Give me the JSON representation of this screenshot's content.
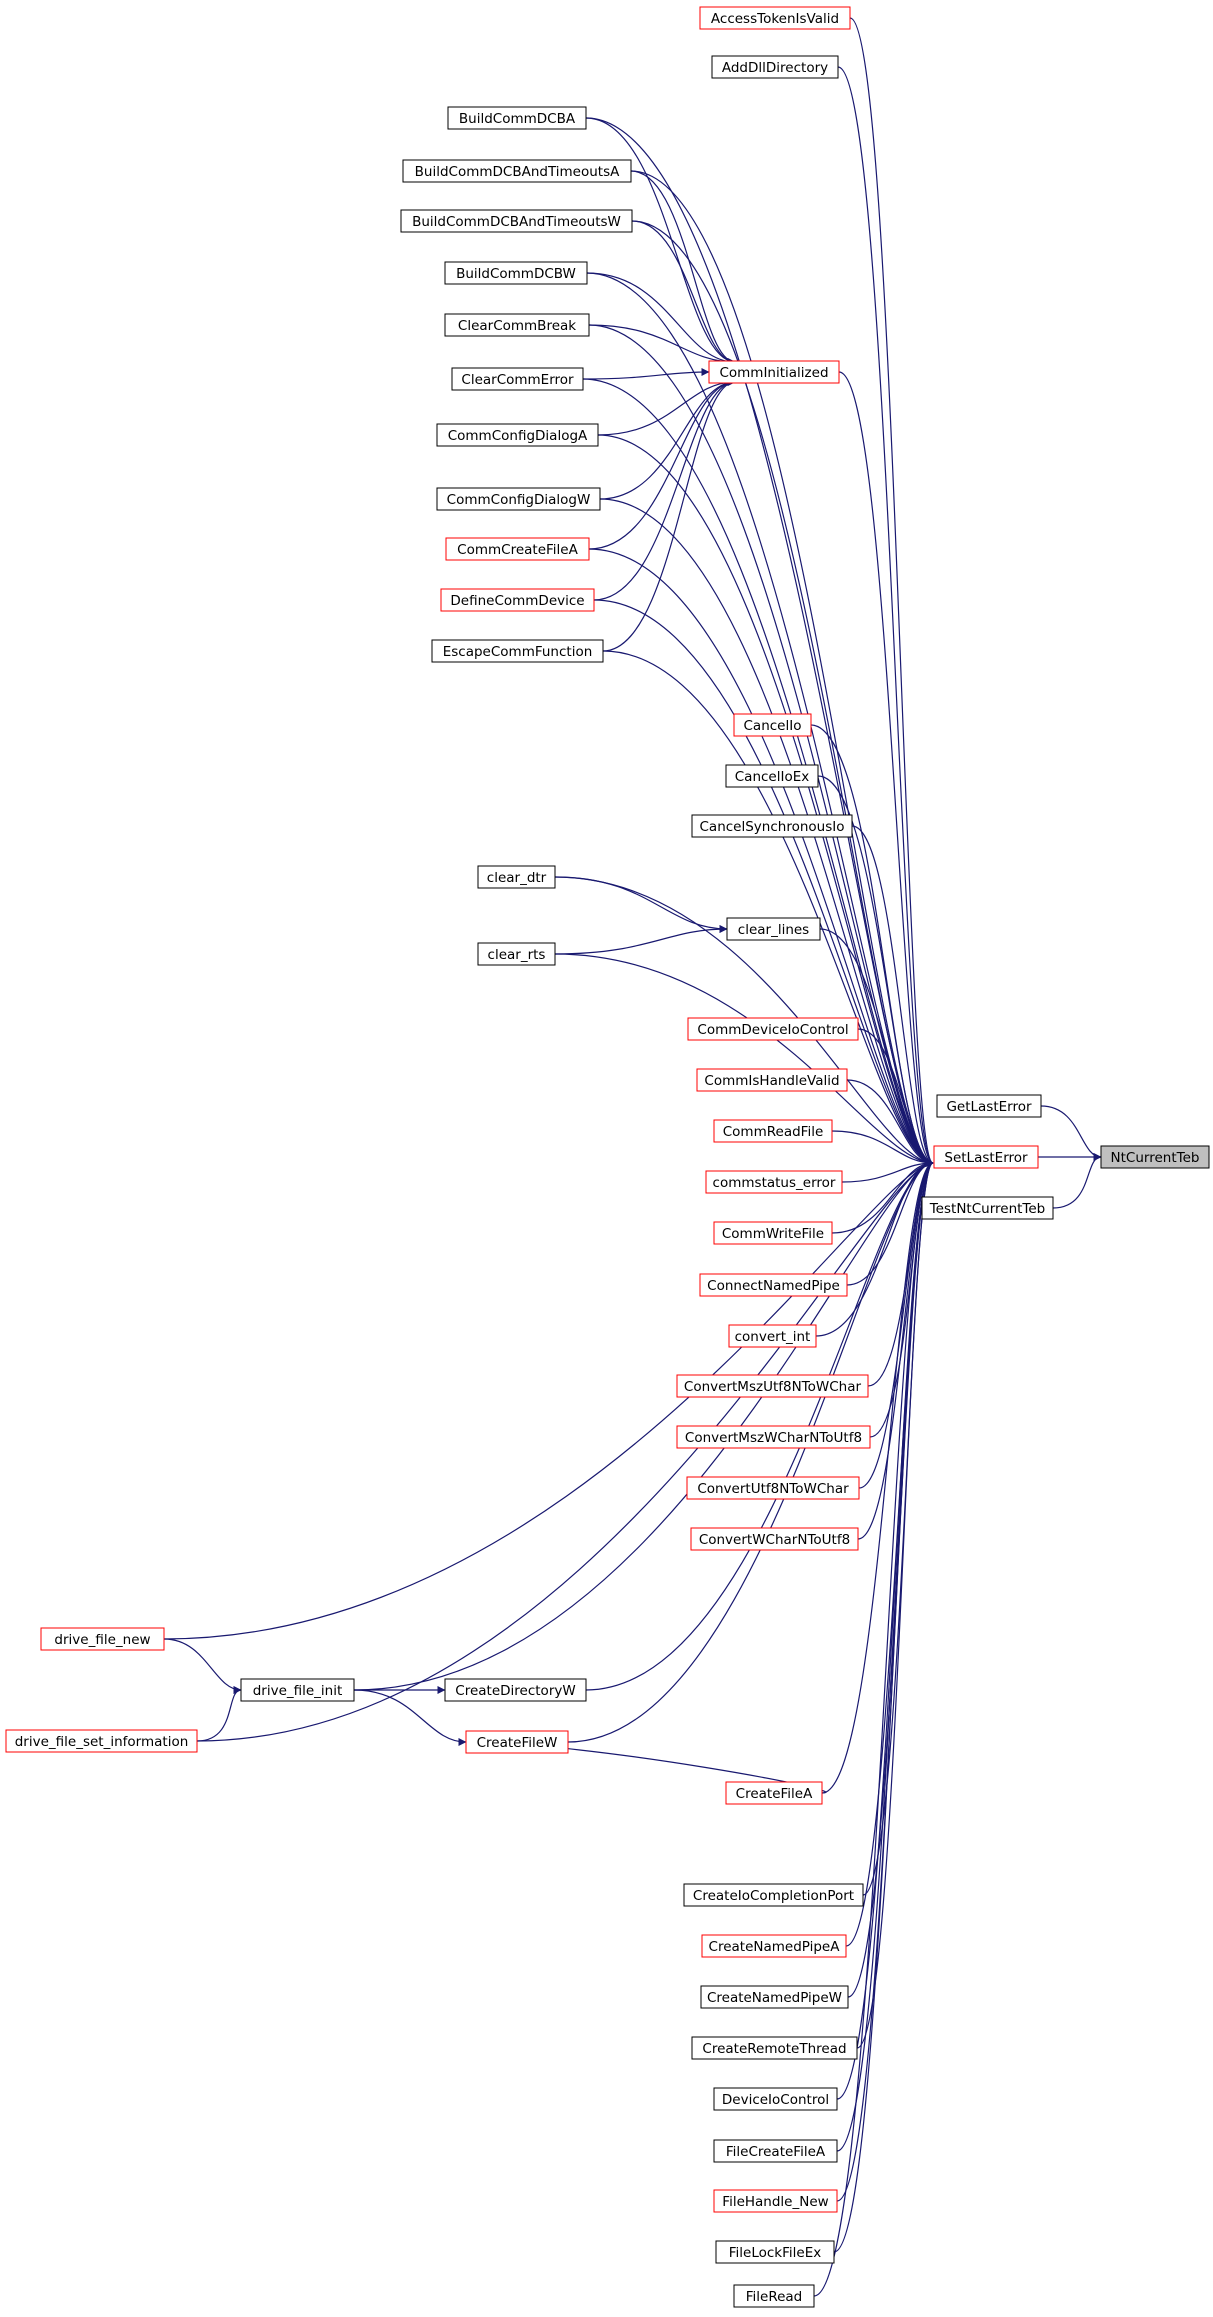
{
  "graph": {
    "colors": {
      "edge": "#191970",
      "border_default": "#000000",
      "border_incomplete": "#ff0000",
      "fill_default": "#ffffff",
      "fill_root": "#bfbfbf"
    },
    "nodes": [
      {
        "id": "n0",
        "label": "AccessTokenIsValid",
        "style": "incomplete"
      },
      {
        "id": "n1",
        "label": "AddDllDirectory",
        "style": "default"
      },
      {
        "id": "n2",
        "label": "BuildCommDCBA",
        "style": "default"
      },
      {
        "id": "n3",
        "label": "BuildCommDCBAndTimeoutsA",
        "style": "default"
      },
      {
        "id": "n4",
        "label": "BuildCommDCBAndTimeoutsW",
        "style": "default"
      },
      {
        "id": "n5",
        "label": "BuildCommDCBW",
        "style": "default"
      },
      {
        "id": "n6",
        "label": "ClearCommBreak",
        "style": "default"
      },
      {
        "id": "n7",
        "label": "CommInitialized",
        "style": "incomplete"
      },
      {
        "id": "n8",
        "label": "ClearCommError",
        "style": "default"
      },
      {
        "id": "n9",
        "label": "CommConfigDialogA",
        "style": "default"
      },
      {
        "id": "n10",
        "label": "CommConfigDialogW",
        "style": "default"
      },
      {
        "id": "n11",
        "label": "CommCreateFileA",
        "style": "incomplete"
      },
      {
        "id": "n12",
        "label": "DefineCommDevice",
        "style": "incomplete"
      },
      {
        "id": "n13",
        "label": "EscapeCommFunction",
        "style": "default"
      },
      {
        "id": "n14",
        "label": "CancelIo",
        "style": "incomplete"
      },
      {
        "id": "n15",
        "label": "CancelIoEx",
        "style": "default"
      },
      {
        "id": "n16",
        "label": "CancelSynchronousIo",
        "style": "default"
      },
      {
        "id": "n17",
        "label": "clear_dtr",
        "style": "default"
      },
      {
        "id": "n18",
        "label": "clear_lines",
        "style": "default"
      },
      {
        "id": "n19",
        "label": "clear_rts",
        "style": "default"
      },
      {
        "id": "n20",
        "label": "CommDeviceIoControl",
        "style": "incomplete"
      },
      {
        "id": "n21",
        "label": "CommIsHandleValid",
        "style": "incomplete"
      },
      {
        "id": "n22",
        "label": "GetLastError",
        "style": "default"
      },
      {
        "id": "n23",
        "label": "CommReadFile",
        "style": "incomplete"
      },
      {
        "id": "n24",
        "label": "SetLastError",
        "style": "incomplete"
      },
      {
        "id": "n25",
        "label": "NtCurrentTeb",
        "style": "root"
      },
      {
        "id": "n26",
        "label": "commstatus_error",
        "style": "incomplete"
      },
      {
        "id": "n27",
        "label": "TestNtCurrentTeb",
        "style": "default"
      },
      {
        "id": "n28",
        "label": "CommWriteFile",
        "style": "incomplete"
      },
      {
        "id": "n29",
        "label": "ConnectNamedPipe",
        "style": "incomplete"
      },
      {
        "id": "n30",
        "label": "convert_int",
        "style": "incomplete"
      },
      {
        "id": "n31",
        "label": "ConvertMszUtf8NToWChar",
        "style": "incomplete"
      },
      {
        "id": "n32",
        "label": "ConvertMszWCharNToUtf8",
        "style": "incomplete"
      },
      {
        "id": "n33",
        "label": "ConvertUtf8NToWChar",
        "style": "incomplete"
      },
      {
        "id": "n34",
        "label": "ConvertWCharNToUtf8",
        "style": "incomplete"
      },
      {
        "id": "n35",
        "label": "drive_file_new",
        "style": "incomplete"
      },
      {
        "id": "n36",
        "label": "drive_file_init",
        "style": "default"
      },
      {
        "id": "n37",
        "label": "CreateDirectoryW",
        "style": "default"
      },
      {
        "id": "n38",
        "label": "drive_file_set_information",
        "style": "incomplete"
      },
      {
        "id": "n39",
        "label": "CreateFileW",
        "style": "incomplete"
      },
      {
        "id": "n40",
        "label": "CreateFileA",
        "style": "incomplete"
      },
      {
        "id": "n41",
        "label": "CreateIoCompletionPort",
        "style": "default"
      },
      {
        "id": "n42",
        "label": "CreateNamedPipeA",
        "style": "incomplete"
      },
      {
        "id": "n43",
        "label": "CreateNamedPipeW",
        "style": "default"
      },
      {
        "id": "n44",
        "label": "CreateRemoteThread",
        "style": "default"
      },
      {
        "id": "n45",
        "label": "DeviceIoControl",
        "style": "default"
      },
      {
        "id": "n46",
        "label": "FileCreateFileA",
        "style": "default"
      },
      {
        "id": "n47",
        "label": "FileHandle_New",
        "style": "incomplete"
      },
      {
        "id": "n48",
        "label": "FileLockFileEx",
        "style": "default"
      },
      {
        "id": "n49",
        "label": "FileRead",
        "style": "default"
      }
    ],
    "edges": [
      [
        "n22",
        "n25"
      ],
      [
        "n24",
        "n25"
      ],
      [
        "n27",
        "n25"
      ],
      [
        "n0",
        "n24"
      ],
      [
        "n1",
        "n24"
      ],
      [
        "n2",
        "n24"
      ],
      [
        "n3",
        "n24"
      ],
      [
        "n4",
        "n24"
      ],
      [
        "n5",
        "n24"
      ],
      [
        "n6",
        "n24"
      ],
      [
        "n7",
        "n24"
      ],
      [
        "n8",
        "n24"
      ],
      [
        "n9",
        "n24"
      ],
      [
        "n10",
        "n24"
      ],
      [
        "n11",
        "n24"
      ],
      [
        "n12",
        "n24"
      ],
      [
        "n13",
        "n24"
      ],
      [
        "n14",
        "n24"
      ],
      [
        "n15",
        "n24"
      ],
      [
        "n16",
        "n24"
      ],
      [
        "n17",
        "n24"
      ],
      [
        "n18",
        "n24"
      ],
      [
        "n19",
        "n24"
      ],
      [
        "n20",
        "n24"
      ],
      [
        "n21",
        "n24"
      ],
      [
        "n23",
        "n24"
      ],
      [
        "n26",
        "n24"
      ],
      [
        "n28",
        "n24"
      ],
      [
        "n29",
        "n24"
      ],
      [
        "n30",
        "n24"
      ],
      [
        "n31",
        "n24"
      ],
      [
        "n32",
        "n24"
      ],
      [
        "n33",
        "n24"
      ],
      [
        "n34",
        "n24"
      ],
      [
        "n35",
        "n24"
      ],
      [
        "n36",
        "n24"
      ],
      [
        "n37",
        "n24"
      ],
      [
        "n38",
        "n24"
      ],
      [
        "n39",
        "n24"
      ],
      [
        "n40",
        "n24"
      ],
      [
        "n41",
        "n24"
      ],
      [
        "n42",
        "n24"
      ],
      [
        "n43",
        "n24"
      ],
      [
        "n44",
        "n24"
      ],
      [
        "n45",
        "n24"
      ],
      [
        "n46",
        "n24"
      ],
      [
        "n47",
        "n24"
      ],
      [
        "n48",
        "n24"
      ],
      [
        "n49",
        "n24"
      ],
      [
        "n2",
        "n7"
      ],
      [
        "n3",
        "n7"
      ],
      [
        "n4",
        "n7"
      ],
      [
        "n5",
        "n7"
      ],
      [
        "n6",
        "n7"
      ],
      [
        "n8",
        "n7"
      ],
      [
        "n9",
        "n7"
      ],
      [
        "n10",
        "n7"
      ],
      [
        "n11",
        "n7"
      ],
      [
        "n12",
        "n7"
      ],
      [
        "n13",
        "n7"
      ],
      [
        "n17",
        "n18"
      ],
      [
        "n19",
        "n18"
      ],
      [
        "n35",
        "n36"
      ],
      [
        "n38",
        "n36"
      ],
      [
        "n36",
        "n37"
      ],
      [
        "n36",
        "n39"
      ],
      [
        "n40",
        "n39"
      ]
    ]
  }
}
